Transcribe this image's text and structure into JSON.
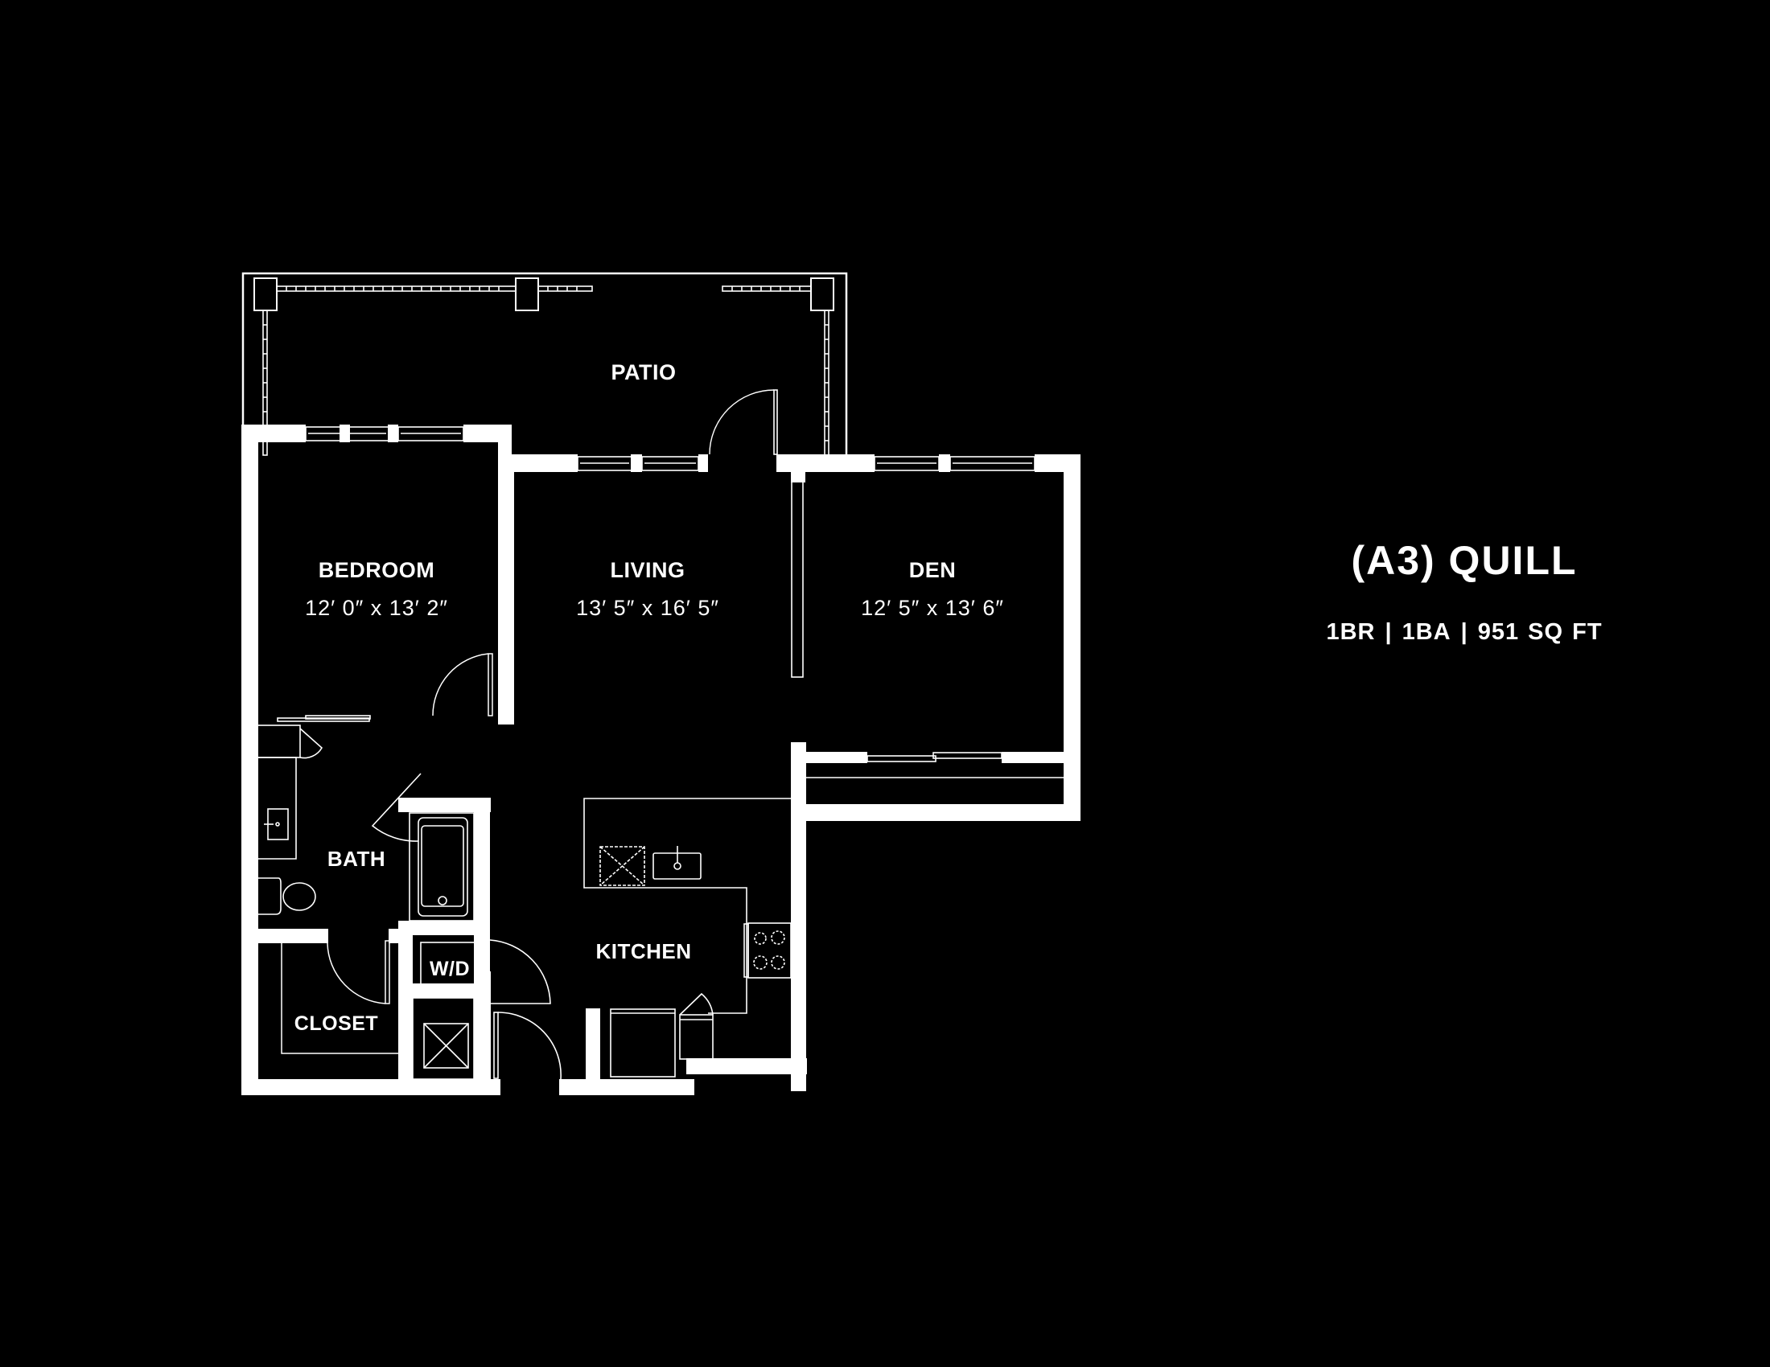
{
  "colors": {
    "background": "#000000",
    "walls": "#ffffff",
    "text": "#ffffff"
  },
  "unit": {
    "title": "(A3) QUILL",
    "bedrooms": "1BR",
    "bathrooms": "1BA",
    "area": "951 SQ FT",
    "separator": "|"
  },
  "rooms": {
    "patio": {
      "name": "PATIO"
    },
    "bedroom": {
      "name": "BEDROOM",
      "dimensions": "12′ 0″ x 13′ 2″"
    },
    "living": {
      "name": "LIVING",
      "dimensions": "13′ 5″ x 16′ 5″"
    },
    "den": {
      "name": "DEN",
      "dimensions": "12′ 5″ x 13′ 6″"
    },
    "bath": {
      "name": "BATH"
    },
    "closet": {
      "name": "CLOSET"
    },
    "laundry": {
      "name": "W/D"
    },
    "kitchen": {
      "name": "KITCHEN"
    }
  }
}
